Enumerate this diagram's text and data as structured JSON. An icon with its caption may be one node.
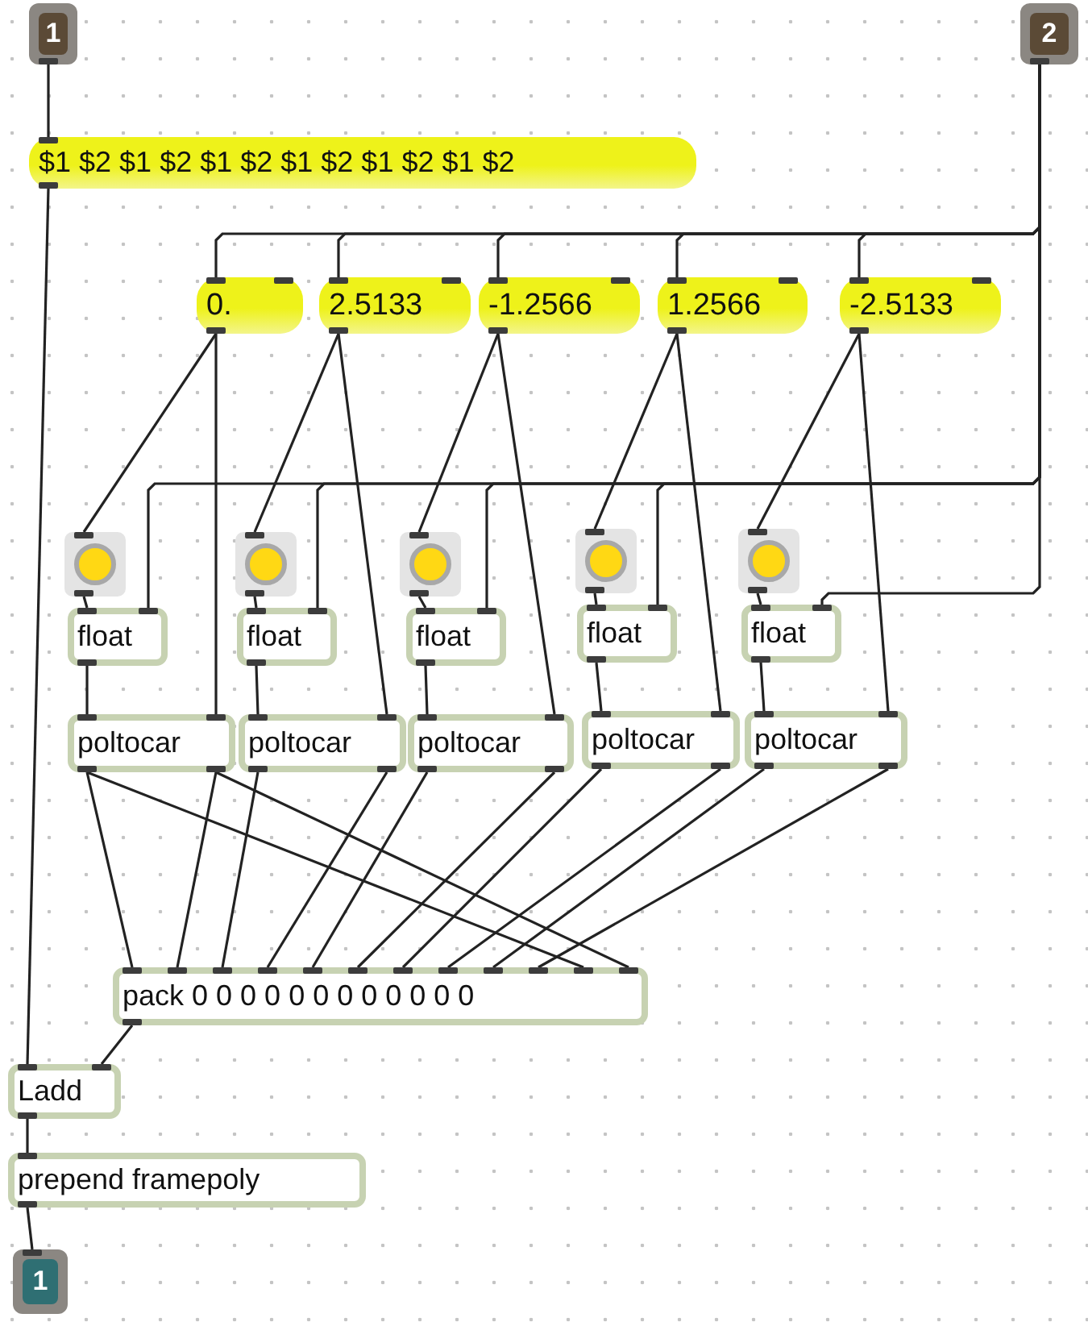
{
  "diagram": {
    "nodes": [
      {
        "text": [
          "1"
        ]
      },
      {
        "text": [
          "2"
        ]
      },
      {
        "text": [
          "$1 $2 $1 $2 $1 $2 $1 $2 $1 $2 $1 $2"
        ]
      },
      {
        "text": [
          "0."
        ]
      },
      {
        "text": [
          "2.5133"
        ]
      },
      {
        "text": [
          "-1.2566"
        ]
      },
      {
        "text": [
          "1.2566"
        ]
      },
      {
        "text": [
          "-2.5133"
        ]
      },
      {
        "text": [],
        "shape": "circle"
      },
      {
        "text": [],
        "shape": "circle"
      },
      {
        "text": [],
        "shape": "circle"
      },
      {
        "text": [],
        "shape": "circle"
      },
      {
        "text": [],
        "shape": "circle"
      },
      {
        "text": [
          "float"
        ]
      },
      {
        "text": [
          "float"
        ]
      },
      {
        "text": [
          "float"
        ]
      },
      {
        "text": [
          "float"
        ]
      },
      {
        "text": [
          "float"
        ]
      },
      {
        "text": [
          "poltocar"
        ]
      },
      {
        "text": [
          "poltocar"
        ]
      },
      {
        "text": [
          "poltocar"
        ]
      },
      {
        "text": [
          "poltocar"
        ]
      },
      {
        "text": [
          "poltocar"
        ]
      },
      {
        "text": [
          "pack 0 0 0 0 0 0 0 0 0 0 0 0"
        ]
      },
      {
        "text": [
          "Ladd"
        ]
      },
      {
        "text": [
          "prepend framepoly"
        ]
      },
      {
        "text": [
          "1"
        ]
      }
    ],
    "edges": [
      {
        "from": 0,
        "to": 2,
        "arrow": "none"
      },
      {
        "from": 2,
        "to": 24,
        "arrow": "none"
      },
      {
        "from": 1,
        "to": 3,
        "arrow": "none"
      },
      {
        "from": 1,
        "to": 4,
        "arrow": "none"
      },
      {
        "from": 1,
        "to": 5,
        "arrow": "none"
      },
      {
        "from": 1,
        "to": 6,
        "arrow": "none"
      },
      {
        "from": 1,
        "to": 7,
        "arrow": "none"
      },
      {
        "from": 1,
        "to": 13,
        "arrow": "none"
      },
      {
        "from": 1,
        "to": 14,
        "arrow": "none"
      },
      {
        "from": 1,
        "to": 15,
        "arrow": "none"
      },
      {
        "from": 1,
        "to": 16,
        "arrow": "none"
      },
      {
        "from": 1,
        "to": 17,
        "arrow": "none"
      },
      {
        "from": 3,
        "to": 8,
        "arrow": "none"
      },
      {
        "from": 4,
        "to": 9,
        "arrow": "none"
      },
      {
        "from": 5,
        "to": 10,
        "arrow": "none"
      },
      {
        "from": 6,
        "to": 11,
        "arrow": "none"
      },
      {
        "from": 7,
        "to": 12,
        "arrow": "none"
      },
      {
        "from": 3,
        "to": 18,
        "arrow": "none"
      },
      {
        "from": 4,
        "to": 19,
        "arrow": "none"
      },
      {
        "from": 5,
        "to": 20,
        "arrow": "none"
      },
      {
        "from": 6,
        "to": 21,
        "arrow": "none"
      },
      {
        "from": 7,
        "to": 22,
        "arrow": "none"
      },
      {
        "from": 8,
        "to": 13,
        "arrow": "none"
      },
      {
        "from": 9,
        "to": 14,
        "arrow": "none"
      },
      {
        "from": 10,
        "to": 15,
        "arrow": "none"
      },
      {
        "from": 11,
        "to": 16,
        "arrow": "none"
      },
      {
        "from": 12,
        "to": 17,
        "arrow": "none"
      },
      {
        "from": 13,
        "to": 18,
        "arrow": "none"
      },
      {
        "from": 14,
        "to": 19,
        "arrow": "none"
      },
      {
        "from": 15,
        "to": 20,
        "arrow": "none"
      },
      {
        "from": 16,
        "to": 21,
        "arrow": "none"
      },
      {
        "from": 17,
        "to": 22,
        "arrow": "none"
      },
      {
        "from": 18,
        "to": 23,
        "arrow": "none"
      },
      {
        "from": 18,
        "to": 23,
        "arrow": "none"
      },
      {
        "from": 18,
        "to": 23,
        "arrow": "none"
      },
      {
        "from": 18,
        "to": 23,
        "arrow": "none"
      },
      {
        "from": 19,
        "to": 23,
        "arrow": "none"
      },
      {
        "from": 19,
        "to": 23,
        "arrow": "none"
      },
      {
        "from": 20,
        "to": 23,
        "arrow": "none"
      },
      {
        "from": 20,
        "to": 23,
        "arrow": "none"
      },
      {
        "from": 21,
        "to": 23,
        "arrow": "none"
      },
      {
        "from": 21,
        "to": 23,
        "arrow": "none"
      },
      {
        "from": 22,
        "to": 23,
        "arrow": "none"
      },
      {
        "from": 22,
        "to": 23,
        "arrow": "none"
      },
      {
        "from": 23,
        "to": 24,
        "arrow": "none"
      },
      {
        "from": 24,
        "to": 25,
        "arrow": "none"
      },
      {
        "from": 25,
        "to": 26,
        "arrow": "none"
      }
    ]
  }
}
